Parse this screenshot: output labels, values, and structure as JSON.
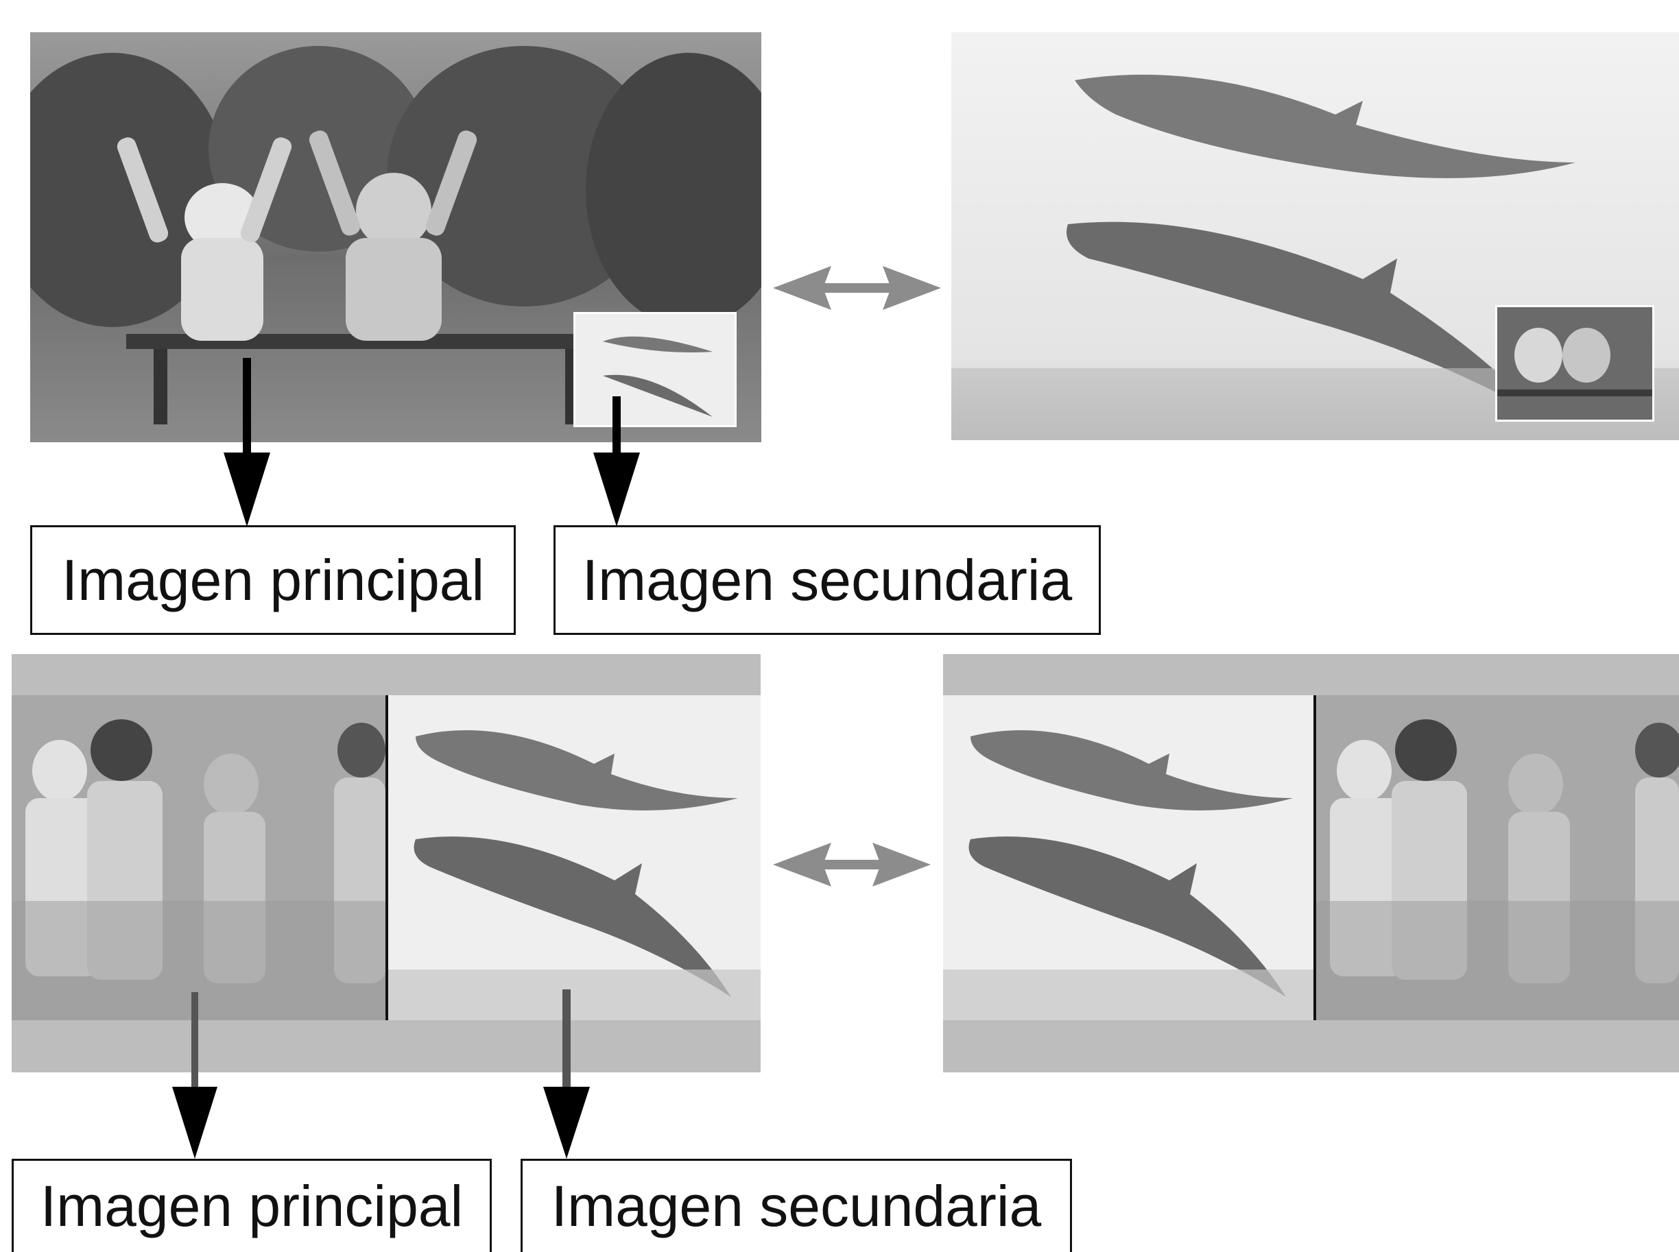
{
  "top_row": {
    "label_main": "Imagen principal",
    "label_sub": "Imagen secundaria"
  },
  "bottom_row": {
    "label_main": "Imagen principal",
    "label_sub": "Imagen secundaria"
  },
  "colors": {
    "swap_arrow": "#8c8c8c",
    "pointer_arrow": "#000000",
    "letterbox_bar": "#bdbdbd"
  }
}
